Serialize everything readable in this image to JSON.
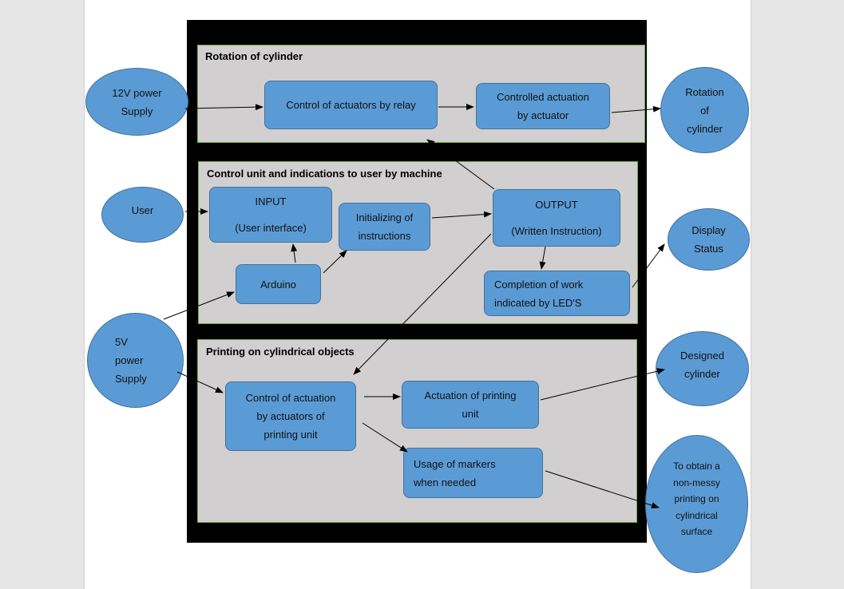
{
  "sections": {
    "rotation": {
      "title": "Rotation of cylinder"
    },
    "control": {
      "title": "Control unit and indications to user by machine"
    },
    "printing": {
      "title": "Printing on cylindrical objects"
    }
  },
  "inputs": {
    "power_12v": [
      "12V power",
      "Supply"
    ],
    "user": [
      "User"
    ],
    "power_5v": [
      "5V",
      "power",
      "Supply"
    ]
  },
  "outputs": {
    "rotation": [
      "Rotation",
      "of",
      "cylinder"
    ],
    "display": [
      "Display",
      "Status"
    ],
    "designed": [
      "Designed",
      "cylinder"
    ],
    "result": [
      "To obtain a",
      "non-messy",
      "printing on",
      "cylindrical",
      "surface"
    ]
  },
  "boxes": {
    "relay": [
      "Control of actuators by relay"
    ],
    "controlled_actuation": [
      "Controlled actuation",
      "by actuator"
    ],
    "input": [
      "INPUT",
      "(User interface)"
    ],
    "initializing": [
      "Initializing of",
      "instructions"
    ],
    "output": [
      "OUTPUT",
      "(Written Instruction)"
    ],
    "arduino": [
      "Arduino"
    ],
    "completion": [
      "Completion of work",
      "indicated by LED'S"
    ],
    "control_printing": [
      "Control of actuation",
      "by actuators of",
      "printing unit"
    ],
    "actuation_printing": [
      "Actuation of printing",
      "unit"
    ],
    "markers": [
      "Usage of markers",
      "when needed"
    ]
  },
  "colors": {
    "shape_fill": "#5b9bd5",
    "shape_border": "#41719c",
    "section_fill": "#d1cfcf",
    "section_border": "#70ad47",
    "background_block": "#000000"
  }
}
